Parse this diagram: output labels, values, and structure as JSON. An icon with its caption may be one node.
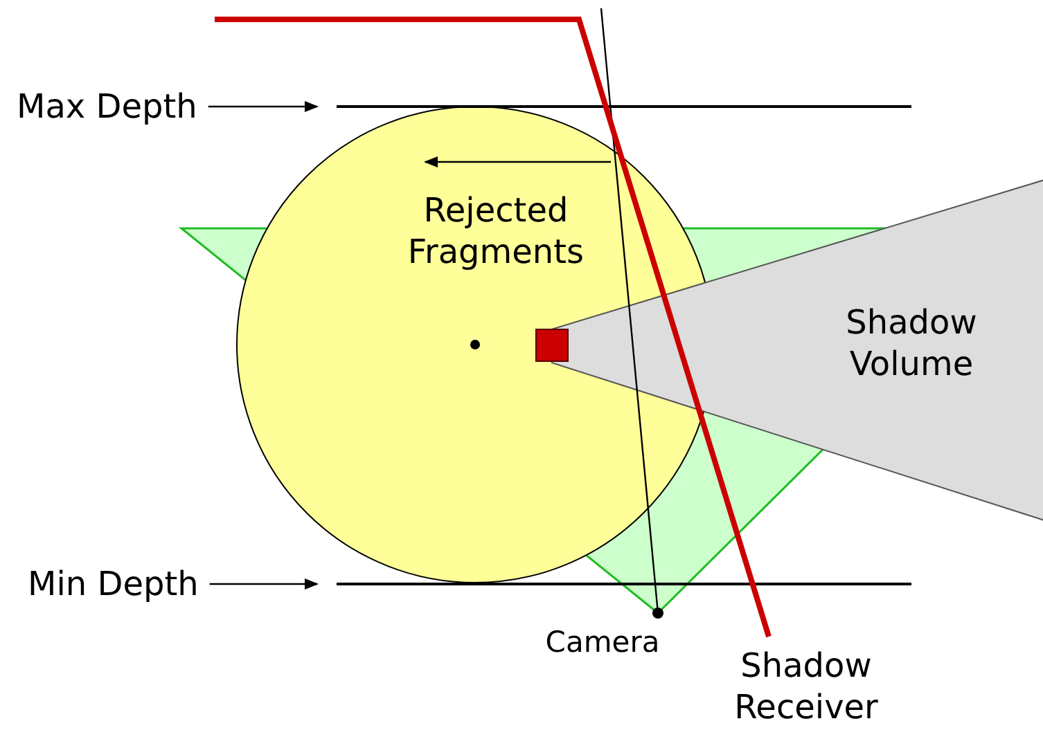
{
  "diagram": {
    "nodes": [
      {
        "text": [
          "Max Depth"
        ]
      },
      {
        "text": [],
        "shape": "line"
      },
      {
        "text": [
          "Min Depth"
        ]
      },
      {
        "text": [],
        "shape": "line"
      },
      {
        "text": [
          "Shadow Volume"
        ]
      }
    ],
    "edges": [
      {
        "from": 0,
        "to": 1,
        "arrow": "to"
      },
      {
        "from": 2,
        "to": 3,
        "arrow": "to"
      }
    ],
    "labels": [
      "Rejected Fragments",
      "Camera",
      "Shadow Receiver"
    ]
  }
}
